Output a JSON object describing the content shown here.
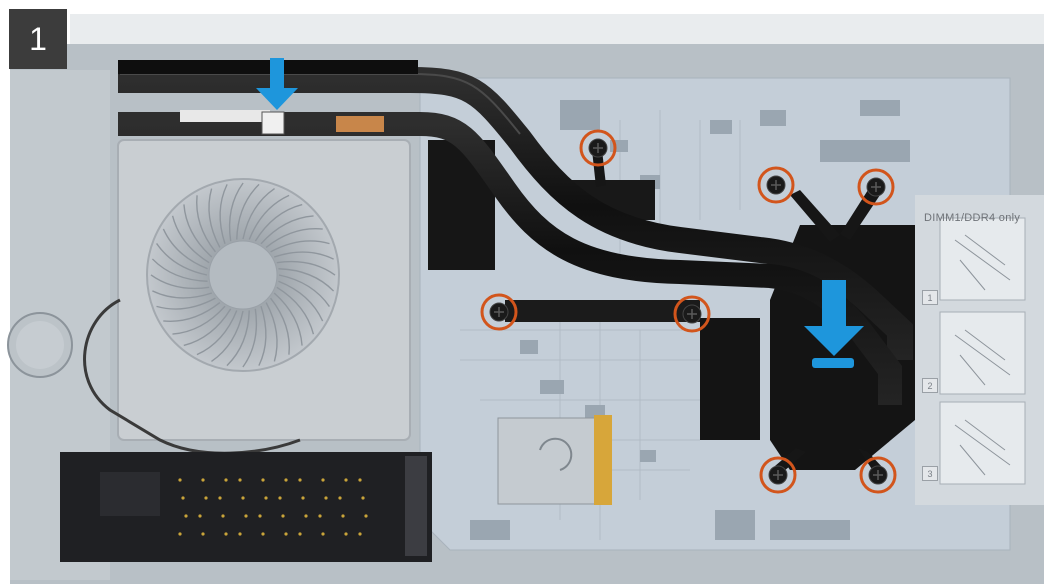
{
  "step": {
    "number": "1"
  },
  "labels": {
    "dimm": "DIMM1/DDR4 only",
    "slots": [
      "1",
      "2",
      "3"
    ]
  },
  "colors": {
    "screw_ring": "#d2551c",
    "arrow": "#1e96dc",
    "heatsink": "#141414",
    "board": "#c9d2da"
  },
  "icons": {
    "screw": "screw-icon",
    "arrow": "arrow-down-icon"
  }
}
